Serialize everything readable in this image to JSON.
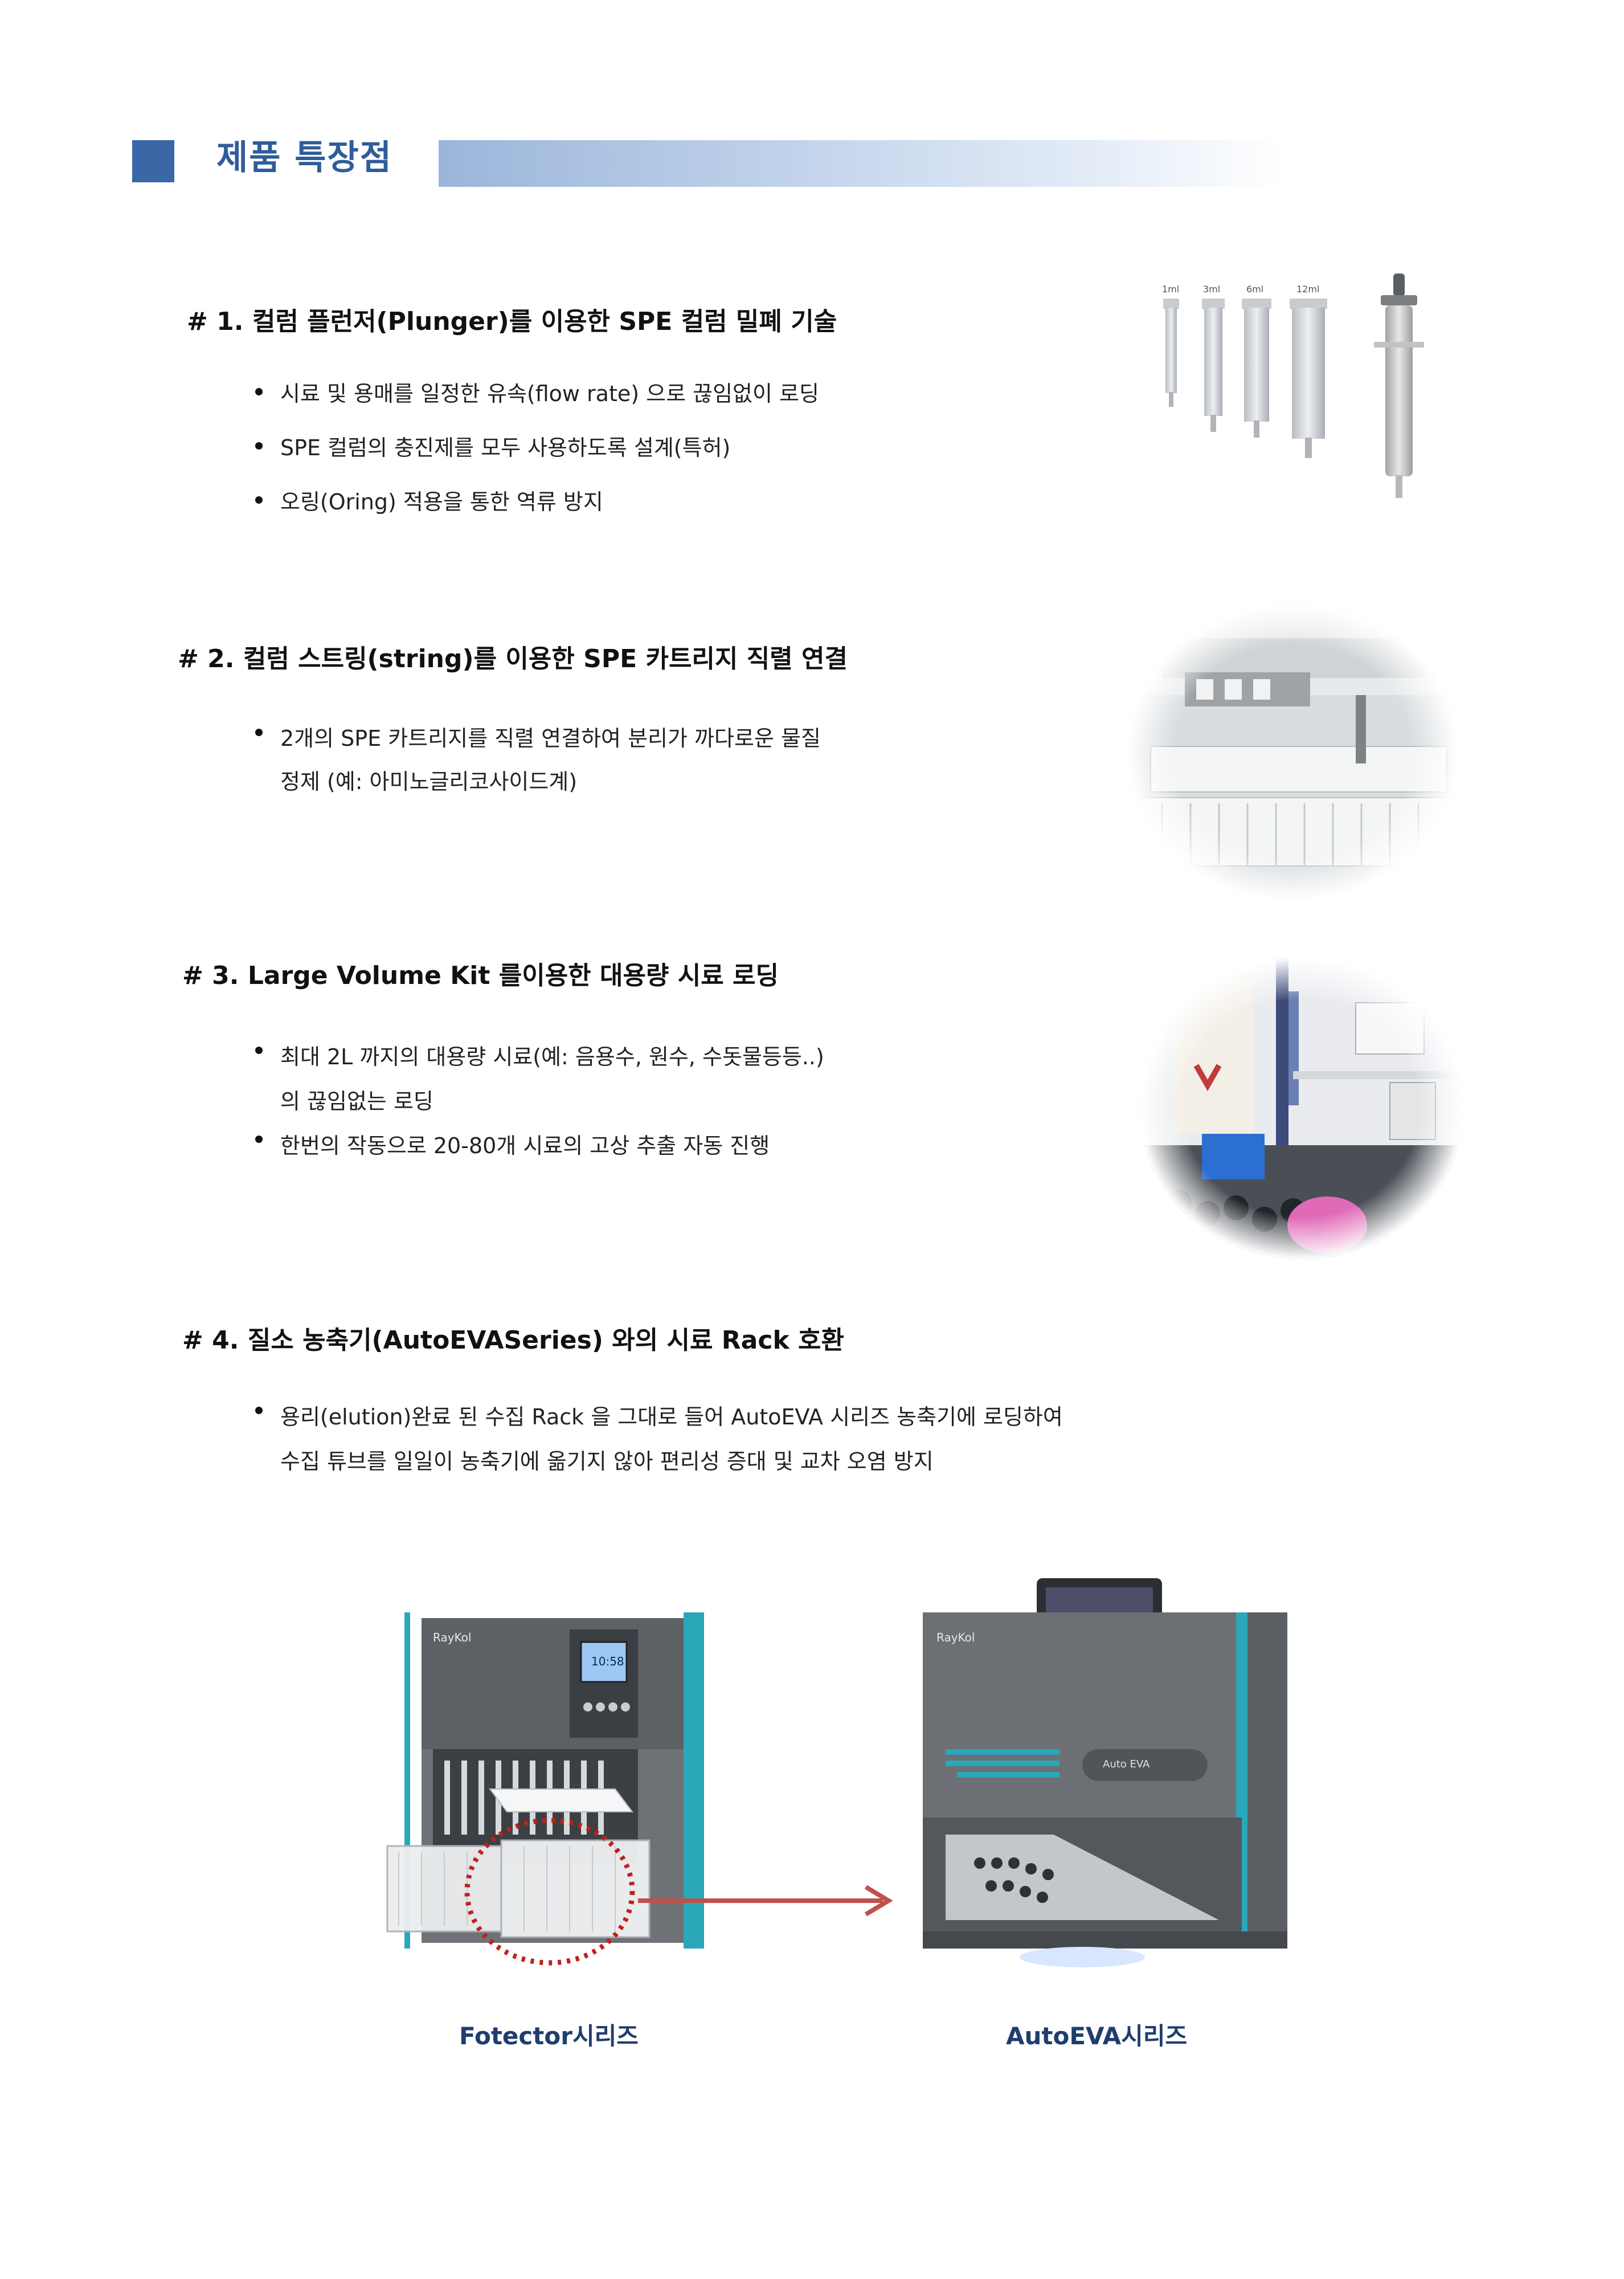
{
  "header": {
    "title": "제품 특장점"
  },
  "sections": [
    {
      "title": "# 1. 컬럼 플런저(Plunger)를 이용한 SPE 컬럼 밀폐 기술",
      "bullets": [
        {
          "line1": "시료 및 용매를 일정한 유속(flow rate) 으로 끊임없이 로딩",
          "line2": ""
        },
        {
          "line1": "SPE 컬럼의 충진제를 모두 사용하도록 설계(특허)",
          "line2": ""
        },
        {
          "line1": "오링(Oring) 적용을 통한 역류 방지",
          "line2": ""
        }
      ]
    },
    {
      "title": "# 2. 컬럼 스트링(string)를 이용한 SPE 카트리지 직렬 연결",
      "bullets": [
        {
          "line1": "2개의 SPE 카트리지를 직렬 연결하여 분리가 까다로운 물질",
          "line2": "정제 (예: 아미노글리코사이드계)"
        }
      ]
    },
    {
      "title": "# 3. Large Volume Kit 를이용한 대용량 시료 로딩",
      "bullets": [
        {
          "line1": "최대 2L 까지의 대용량 시료(예: 음용수, 원수, 수돗물등등..)",
          "line2": "의 끊임없는 로딩"
        },
        {
          "line1": "한번의 작동으로 20-80개 시료의 고상 추출 자동 진행",
          "line2": ""
        }
      ]
    },
    {
      "title": "# 4. 질소 농축기(AutoEVASeries) 와의 시료 Rack 호환",
      "bullets": [
        {
          "line1": "용리(elution)완료 된 수집 Rack 을 그대로 들어 AutoEVA 시리즈 농축기에 로딩하여",
          "line2": "수집 튜브를 일일이 농축기에 옮기지 않아 편리성 증대 및 교차 오염 방지"
        }
      ]
    }
  ],
  "columns_image": {
    "labels": [
      "1ml",
      "3ml",
      "6ml",
      "12ml"
    ]
  },
  "products": {
    "left": {
      "caption": "Fotector시리즈",
      "brand": "RayKol",
      "screen_text": "10:58"
    },
    "right": {
      "caption": "AutoEVA시리즈",
      "brand": "RayKol",
      "model": "Auto EVA"
    }
  },
  "colors": {
    "accent": "#3a68a6",
    "caption": "#1f3e6e",
    "arrow": "#c0504d",
    "machine_teal": "#2aa7b8"
  }
}
